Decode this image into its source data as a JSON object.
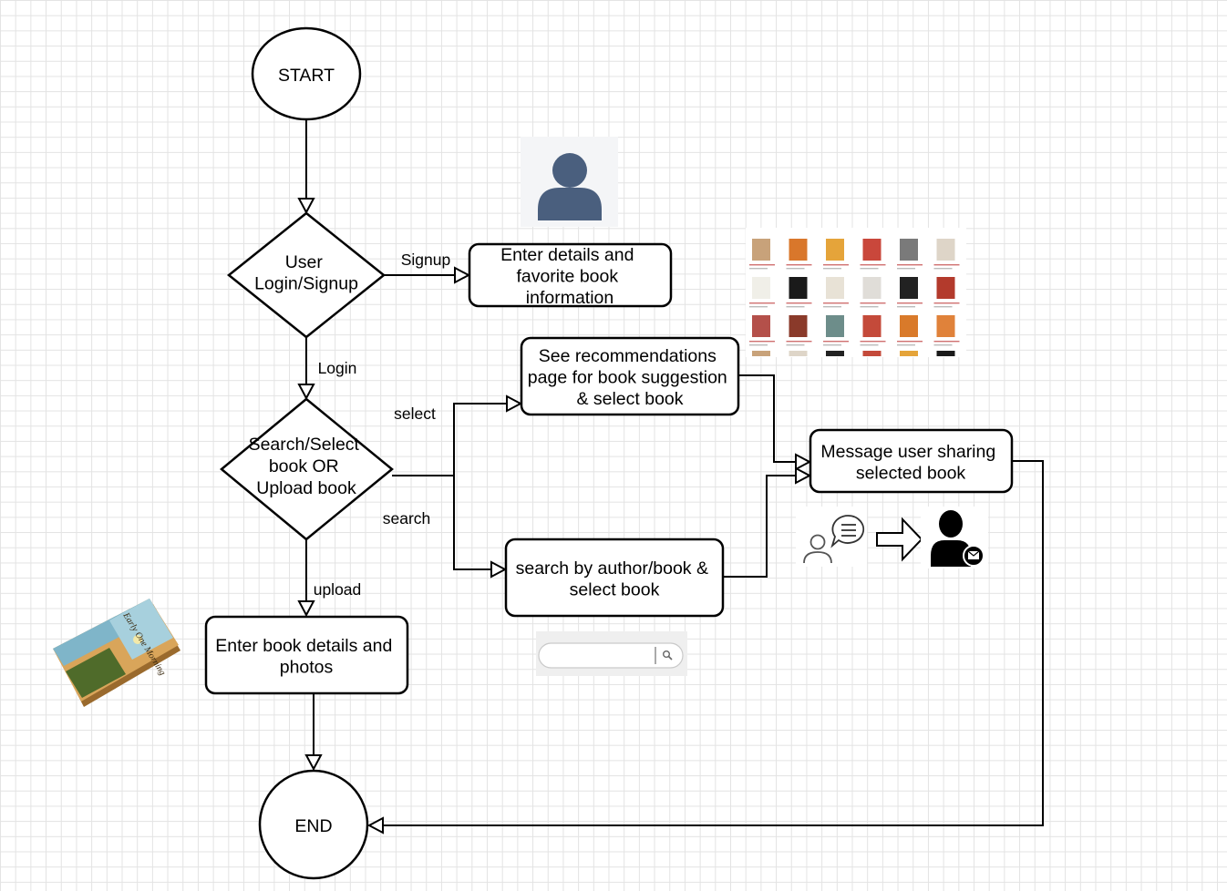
{
  "nodes": {
    "start": "START",
    "login_decision": [
      "User",
      "Login/Signup"
    ],
    "signup_details": [
      "Enter details and",
      "favorite book",
      "information"
    ],
    "search_decision": [
      "Search/Select",
      "book OR",
      "Upload book"
    ],
    "recommendations": [
      "See recommendations",
      "page for book suggestion",
      "& select book"
    ],
    "search_author": [
      "search by author/book &",
      "select book"
    ],
    "upload_details": [
      "Enter book details and",
      "photos"
    ],
    "message_user": [
      "Message user sharing",
      "selected book"
    ],
    "end": "END"
  },
  "edges": {
    "signup": "Signup",
    "login": "Login",
    "select": "select",
    "search": "search",
    "upload": "upload"
  },
  "illustrations": {
    "user_avatar": "user-avatar-icon",
    "book_grid": "book-recommendation-grid-thumbnail",
    "book_cover": "book-cover-image",
    "book_cover_title": "Early One Morning",
    "search_bar": "search-bar-image",
    "message_flow": "message-user-icon"
  },
  "colors": {
    "avatar": "#4a5f7e",
    "line": "#000000",
    "grid": "#e3e3e3"
  }
}
